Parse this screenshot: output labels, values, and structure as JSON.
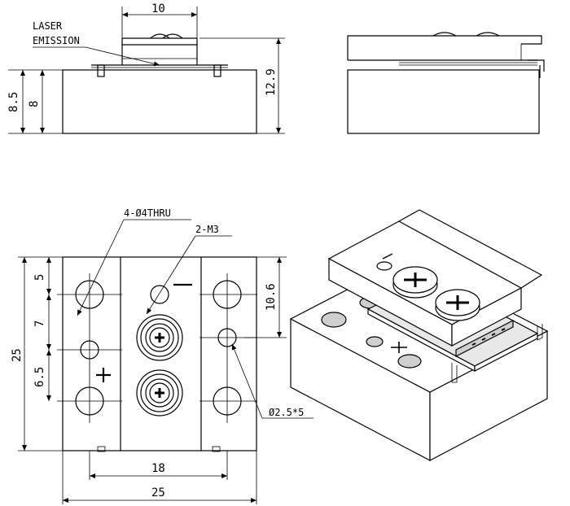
{
  "annotations": {
    "laser_emission_line1": "LASER",
    "laser_emission_line2": "EMISSION",
    "holes_thru": "4-Ø4THRU",
    "screws": "2-M3",
    "pins": "Ø2.5*5",
    "plus_sign": "+",
    "minus_sign": "−"
  },
  "dimensions": {
    "top_width": "10",
    "left_height_outer": "8.5",
    "left_height_inner": "8",
    "right_height": "12.9",
    "plan_height": "25",
    "plan_seg_5": "5",
    "plan_seg_7": "7",
    "plan_seg_6_5": "6.5",
    "plan_right_10_6": "10.6",
    "plan_width_inner": "18",
    "plan_width_outer": "25"
  }
}
